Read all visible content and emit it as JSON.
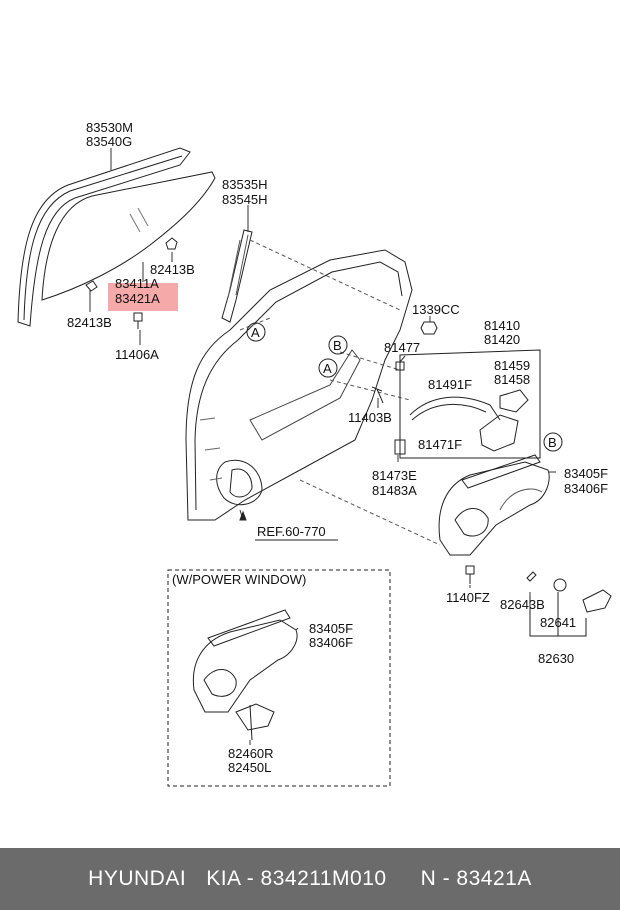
{
  "labels": {
    "glass_run": [
      "83530M",
      "83540G"
    ],
    "glass": [
      "83411A",
      "83421A"
    ],
    "clip_upper": "82413B",
    "clip_lower": "82413B",
    "bolt_glass": "11406A",
    "channel": [
      "83535H",
      "83545H"
    ],
    "nut": "1339CC",
    "latch_assy": [
      "81410",
      "81420"
    ],
    "bolt_81477": "81477",
    "actuator": [
      "81459",
      "81458"
    ],
    "cable": "81491F",
    "rod": "81471F",
    "bolt_11403": "11403B",
    "bracket": [
      "81473E",
      "81483A"
    ],
    "regulator": [
      "83405F",
      "83406F"
    ],
    "ref": "REF.60-770",
    "bolt_1140": "1140FZ",
    "handle_clip": "82643B",
    "handle_seat": "82641",
    "handle": "82630",
    "power_title": "(W/POWER WINDOW)",
    "power_regulator": [
      "83405F",
      "83406F"
    ],
    "motor": [
      "82460R",
      "82450L"
    ],
    "callout_a": "A",
    "callout_b": "B"
  },
  "footer": {
    "brand1": "HYUNDAI",
    "brand2": "KIA - 834211M010",
    "oem": "N - 83421A"
  }
}
